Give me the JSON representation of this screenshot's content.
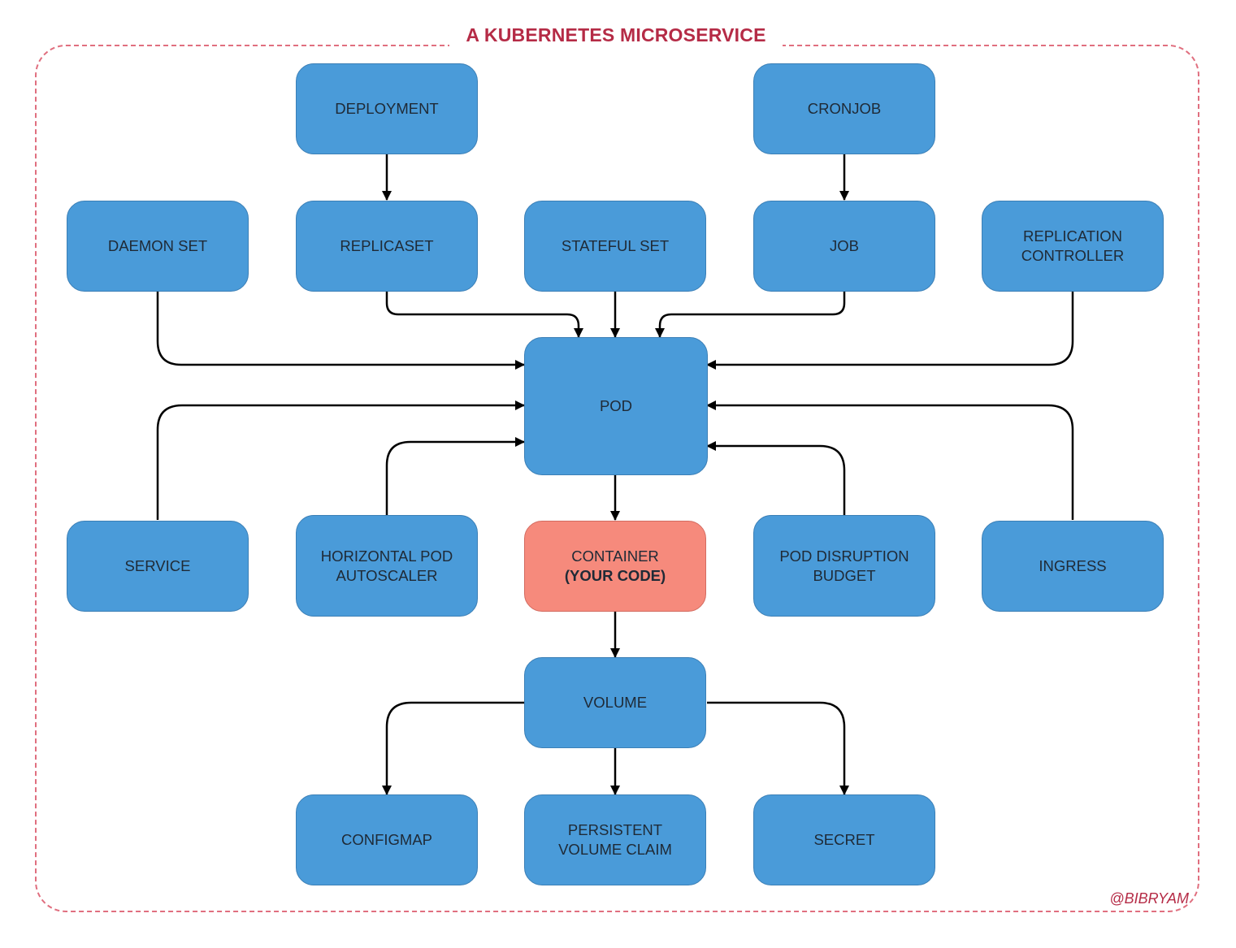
{
  "title": "A KUBERNETES MICROSERVICE",
  "signature": "@BIBRYAM",
  "nodes": {
    "deployment": "DEPLOYMENT",
    "cronjob": "CRONJOB",
    "daemonset": "DAEMON SET",
    "replicaset": "REPLICASET",
    "statefulset": "STATEFUL SET",
    "job": "JOB",
    "replication_controller": [
      "REPLICATION",
      "CONTROLLER"
    ],
    "pod": "POD",
    "service": "SERVICE",
    "hpa": [
      "HORIZONTAL POD",
      "AUTOSCALER"
    ],
    "container": [
      "CONTAINER",
      "(YOUR CODE)"
    ],
    "pdb": [
      "POD DISRUPTION",
      "BUDGET"
    ],
    "ingress": "INGRESS",
    "volume": "VOLUME",
    "configmap": "CONFIGMAP",
    "pvc": [
      "PERSISTENT",
      "VOLUME CLAIM"
    ],
    "secret": "SECRET"
  },
  "colors": {
    "node_fill": "#4a9bd9",
    "accent_fill": "#f68a7c",
    "title": "#b52b46",
    "frame": "#e06f7f"
  }
}
